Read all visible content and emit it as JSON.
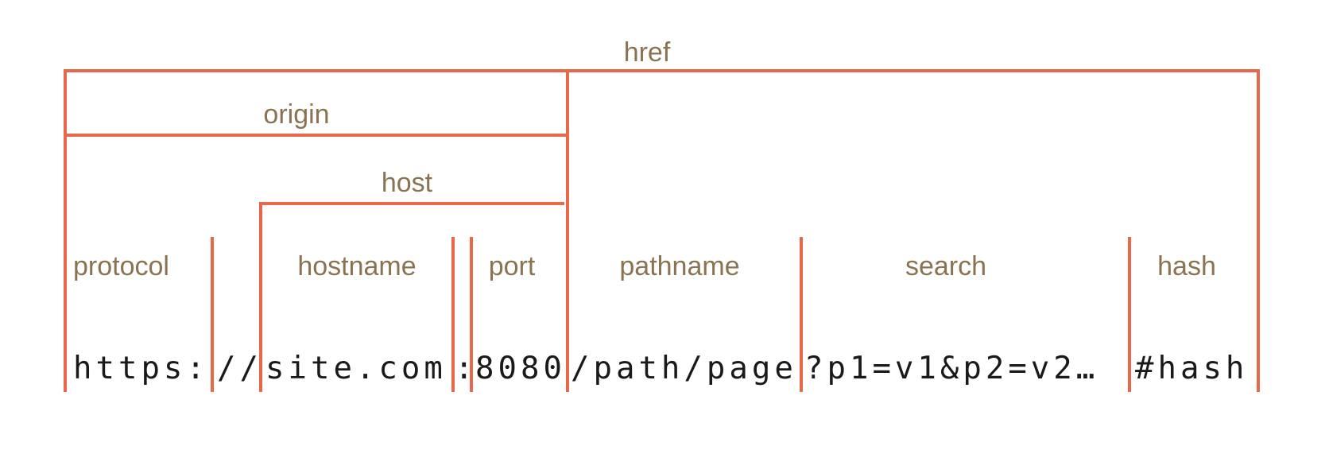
{
  "labels": {
    "href": "href",
    "origin": "origin",
    "host": "host",
    "protocol": "protocol",
    "hostname": "hostname",
    "port": "port",
    "pathname": "pathname",
    "search": "search",
    "hash": "hash"
  },
  "url_parts": {
    "protocol": "https:",
    "separator": "//",
    "hostname": "site.com",
    "colon": ":",
    "port": "8080",
    "pathname": "/path/page",
    "search": "?p1=v1&p2=v2…",
    "hash": "#hash"
  },
  "colors": {
    "bracket": "#e8694a",
    "label": "#8a7352",
    "code": "#1a1a1a"
  }
}
